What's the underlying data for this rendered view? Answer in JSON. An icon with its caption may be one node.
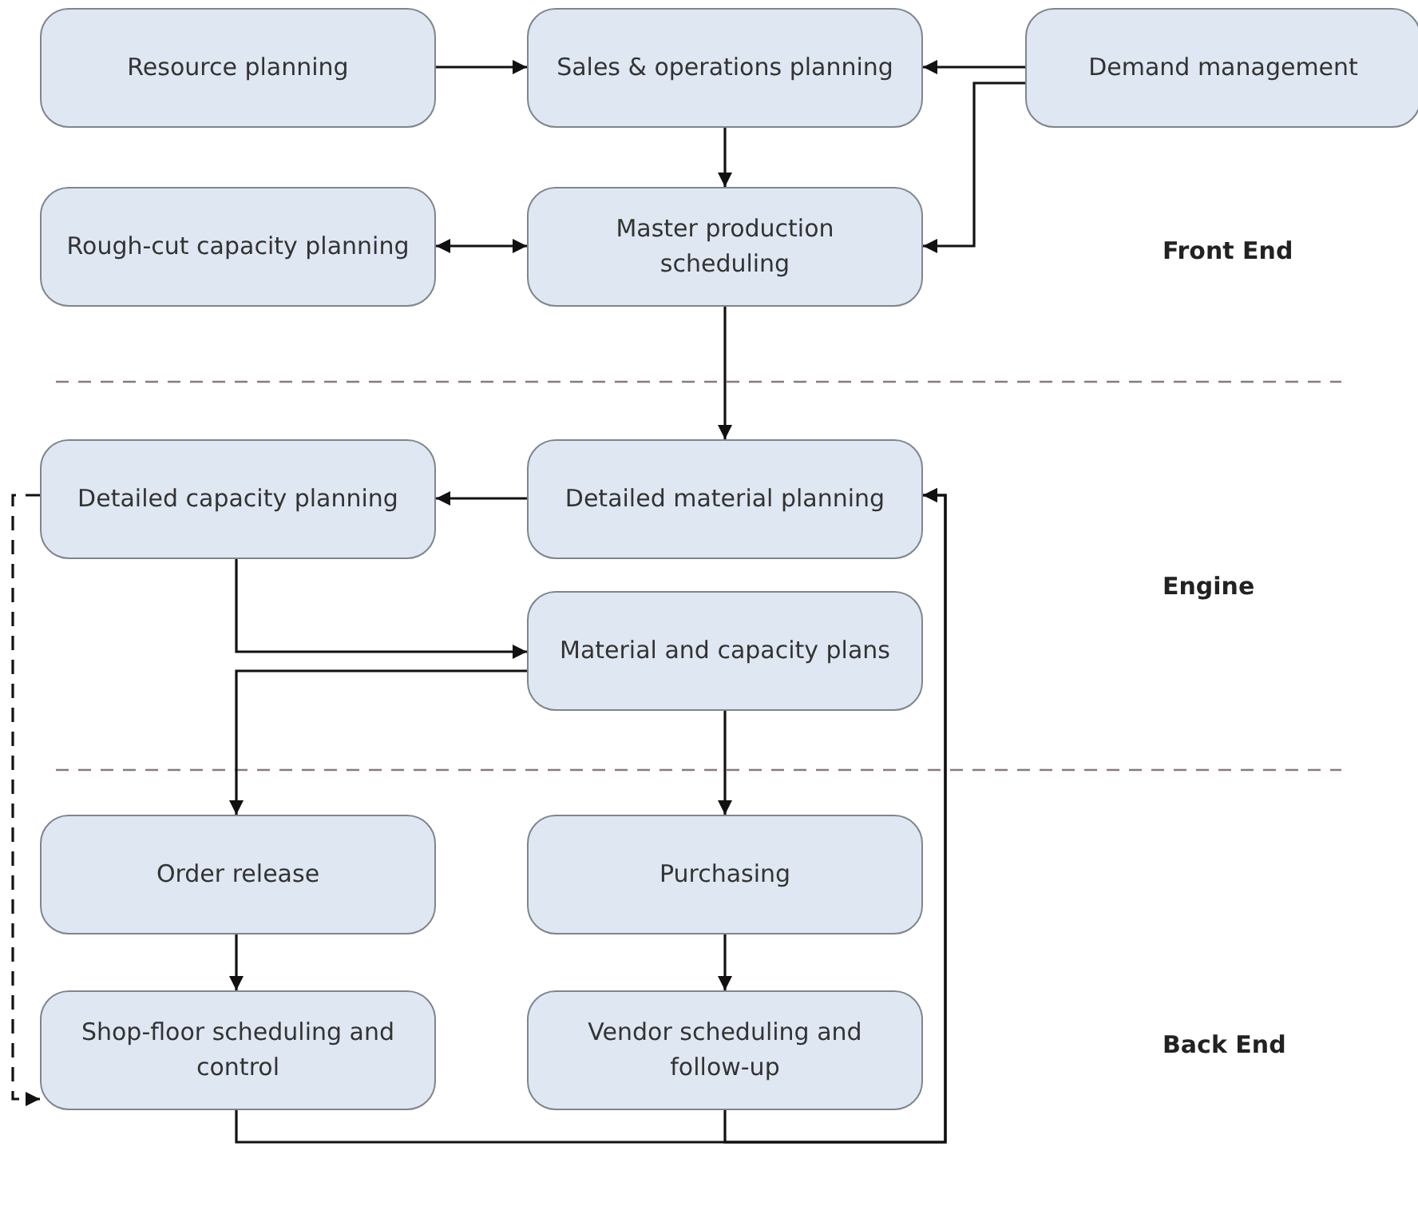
{
  "diagram": {
    "nodes": [
      {
        "text": [
          "Resource planning"
        ]
      },
      {
        "text": [
          "Sales & operations planning"
        ]
      },
      {
        "text": [
          "Demand management"
        ]
      },
      {
        "text": [
          "Rough-cut capacity planning"
        ]
      },
      {
        "text": [
          "Master production scheduling"
        ]
      },
      {
        "text": [
          "Detailed capacity planning"
        ]
      },
      {
        "text": [
          "Detailed material planning"
        ]
      },
      {
        "text": [
          "Material and capacity plans"
        ]
      },
      {
        "text": [
          "Order release"
        ]
      },
      {
        "text": [
          "Purchasing"
        ]
      },
      {
        "text": [
          "Shop-floor scheduling and control"
        ]
      },
      {
        "text": [
          "Vendor scheduling and follow-up"
        ]
      }
    ],
    "edges": [
      {
        "from": 0,
        "to": 1,
        "arrow": "to"
      },
      {
        "from": 2,
        "to": 1,
        "arrow": "to"
      },
      {
        "from": 2,
        "to": 4,
        "arrow": "to"
      },
      {
        "from": 1,
        "to": 4,
        "arrow": "to"
      },
      {
        "from": 3,
        "to": 4,
        "arrow": "both"
      },
      {
        "from": 4,
        "to": 6,
        "arrow": "to"
      },
      {
        "from": 6,
        "to": 5,
        "arrow": "to"
      },
      {
        "from": 5,
        "to": 7,
        "arrow": "to"
      },
      {
        "from": 7,
        "to": 8,
        "arrow": "to"
      },
      {
        "from": 7,
        "to": 9,
        "arrow": "to"
      },
      {
        "from": 8,
        "to": 10,
        "arrow": "to"
      },
      {
        "from": 9,
        "to": 11,
        "arrow": "to"
      },
      {
        "from": 5,
        "to": 10,
        "arrow": "to",
        "style": "dashed"
      },
      {
        "from": 10,
        "to": 6,
        "arrow": "to"
      },
      {
        "from": 11,
        "to": 6,
        "arrow": "to"
      }
    ],
    "labels": [
      "Front End",
      "Engine",
      "Back End"
    ]
  }
}
